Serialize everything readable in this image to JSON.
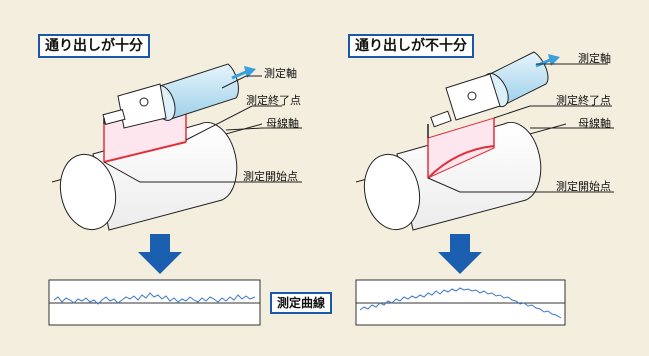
{
  "left_panel": {
    "heading": "通り出しが十分",
    "labels": {
      "measurement_axis": "測定軸",
      "end_point": "測定終了点",
      "generatrix_axis": "母線軸",
      "start_point": "測定開始点"
    }
  },
  "right_panel": {
    "heading": "通り出しが不十分",
    "labels": {
      "measurement_axis": "測定軸",
      "end_point": "測定終了点",
      "generatrix_axis": "母線軸",
      "start_point": "測定開始点"
    }
  },
  "center_label": "測定曲線",
  "colors": {
    "background": "#f3eedd",
    "heading_border": "#1b58a8",
    "arrow_blue": "#1b5fb0",
    "probe_arrow": "#3aa0dc",
    "red_plane": "#e0303a",
    "plane_fill": "#fde6ee",
    "probe_body": "#bfe3f4"
  }
}
